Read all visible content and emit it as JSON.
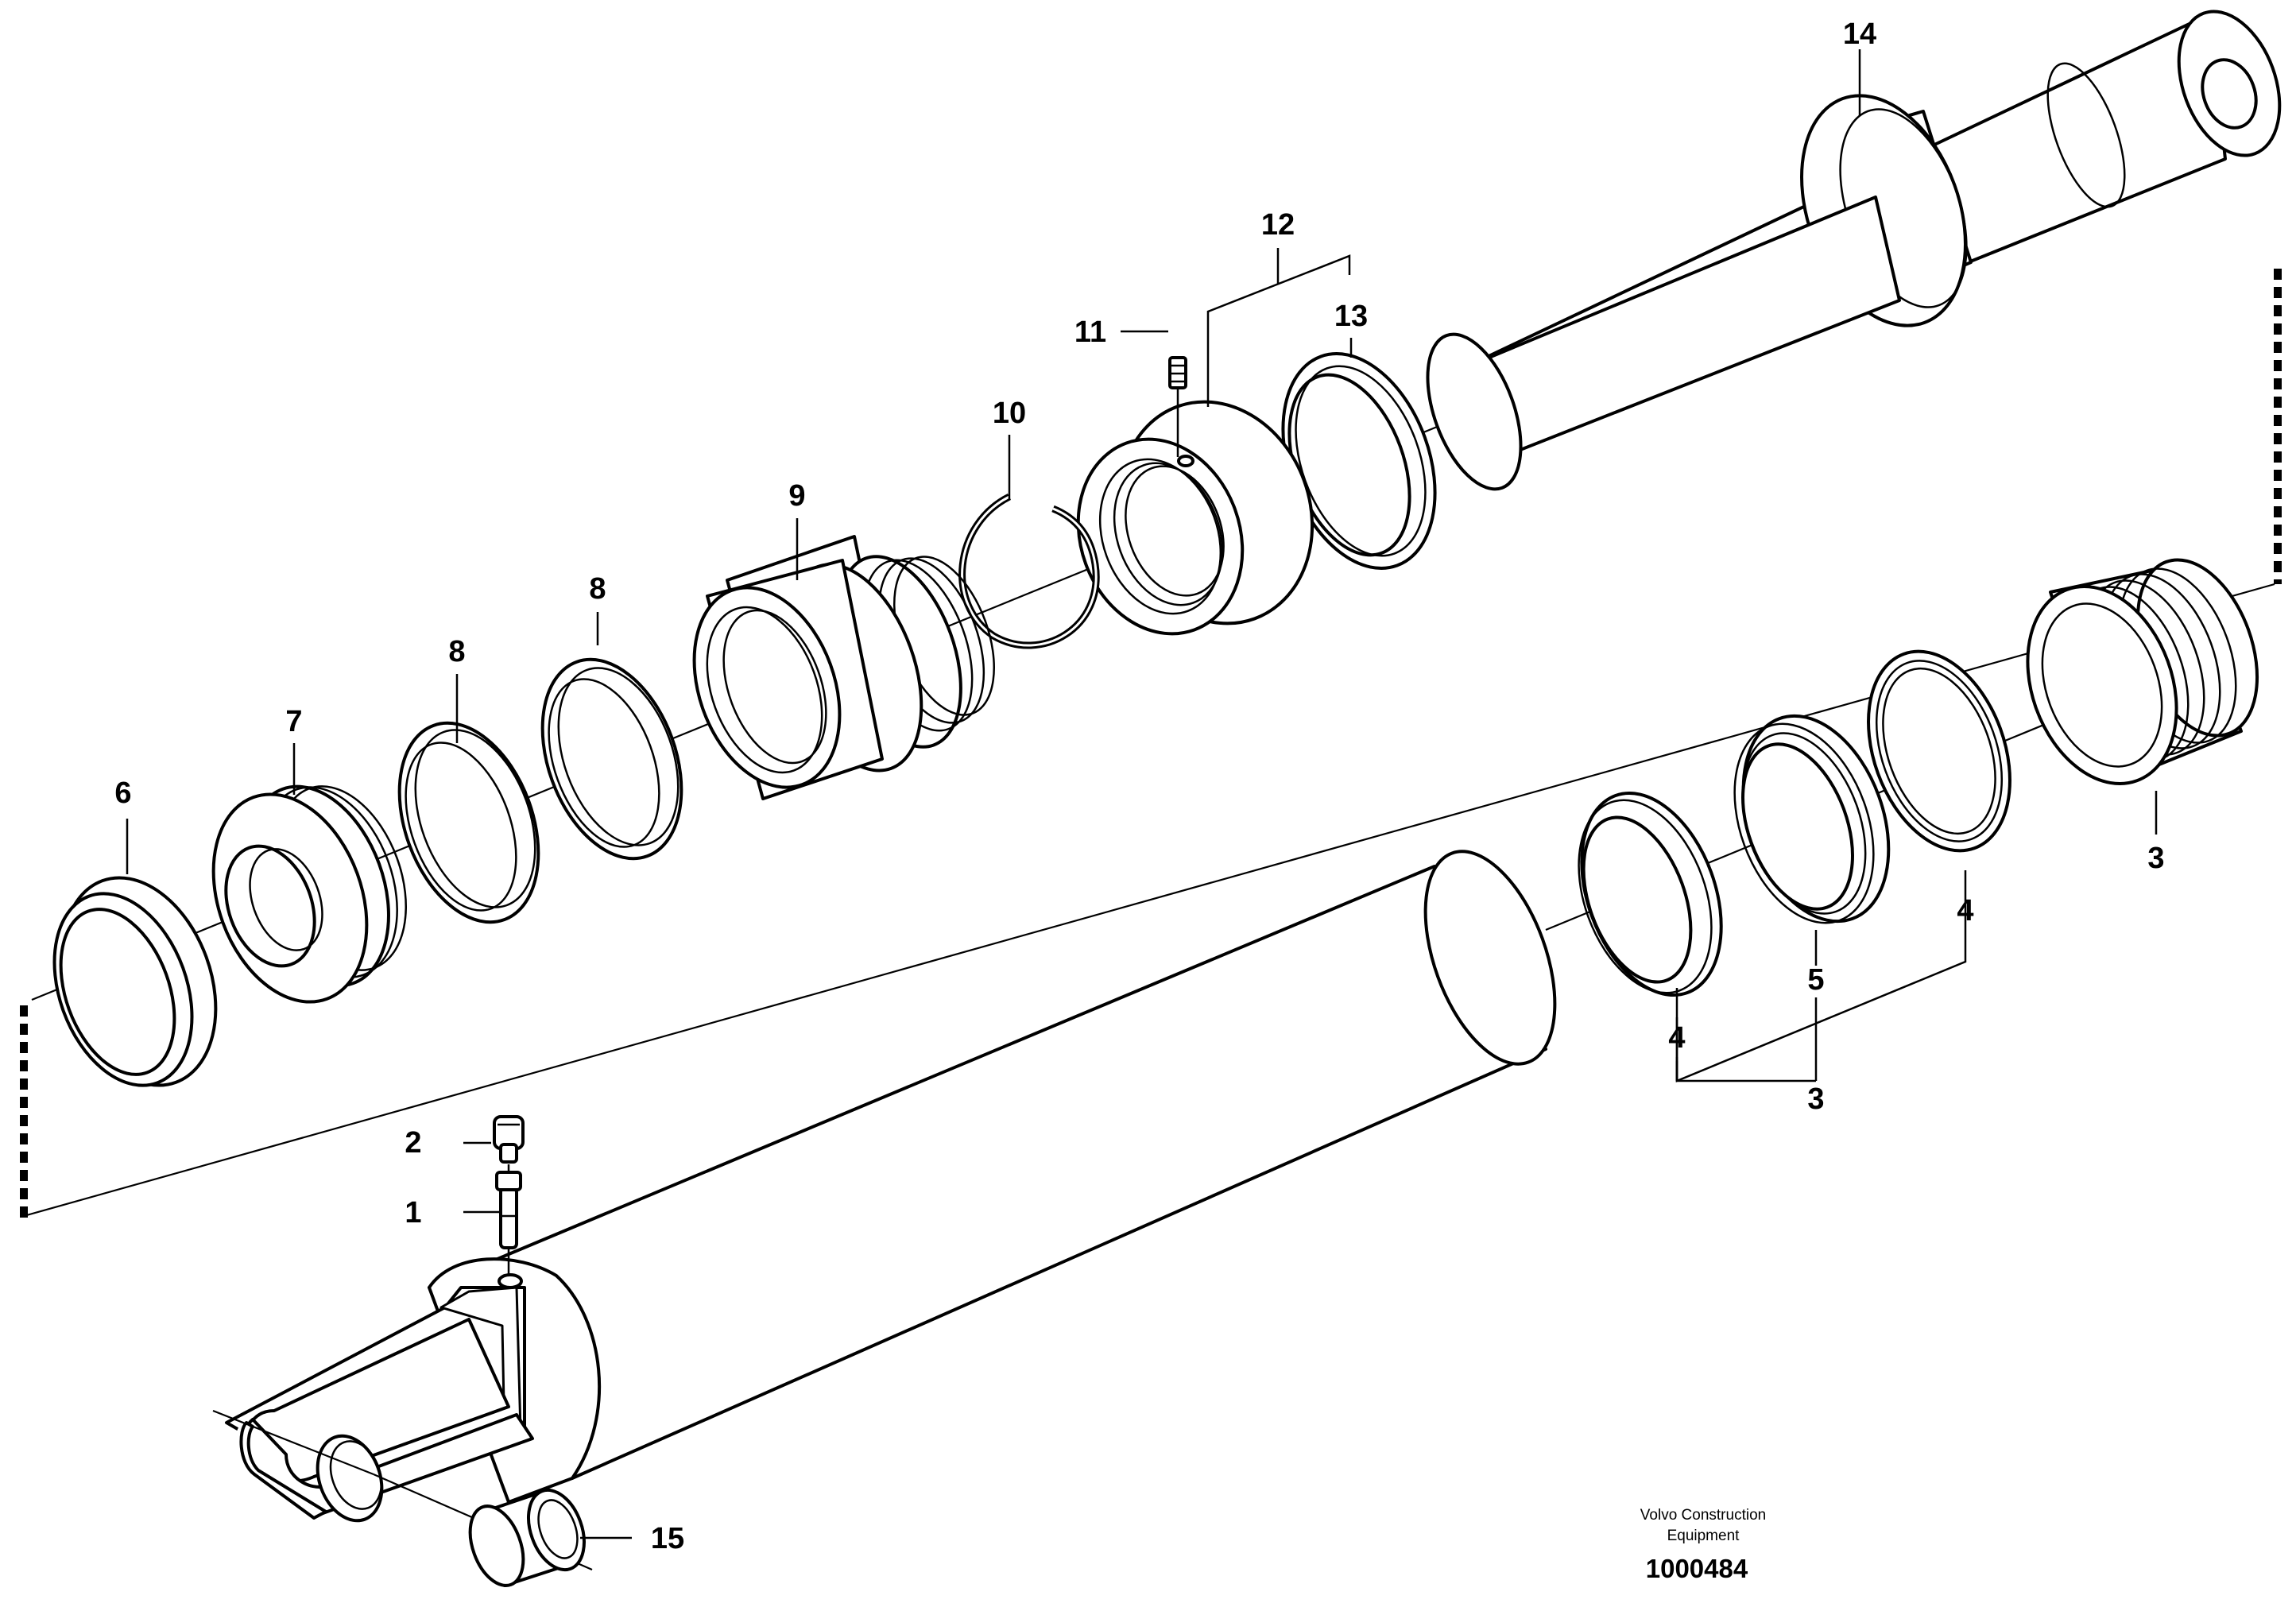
{
  "callouts": {
    "c1": "1",
    "c2": "2",
    "c3_piston": "3",
    "c3_seal_kit": "3",
    "c4_left": "4",
    "c4_right": "4",
    "c5": "5",
    "c6": "6",
    "c7": "7",
    "c8_left": "8",
    "c8_right": "8",
    "c9": "9",
    "c10": "10",
    "c11": "11",
    "c12": "12",
    "c13": "13",
    "c14": "14",
    "c15": "15"
  },
  "footer": {
    "brand_line1": "Volvo Construction",
    "brand_line2": "Equipment",
    "doc_number": "1000484"
  }
}
